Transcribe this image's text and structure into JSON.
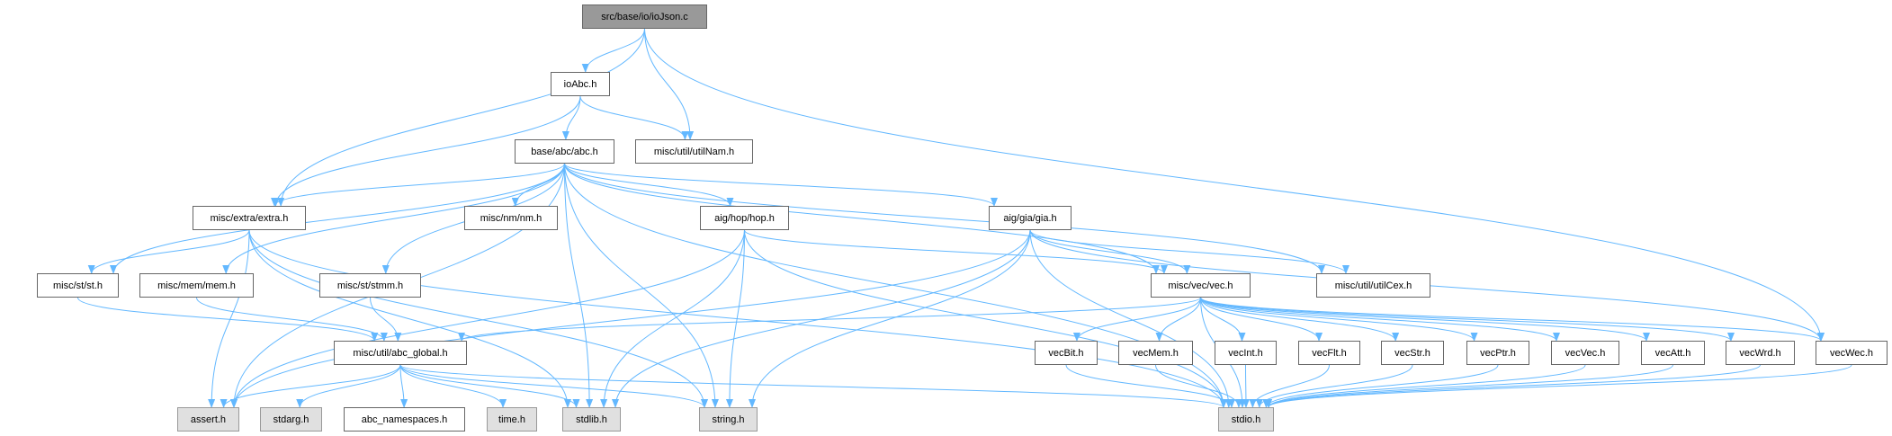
{
  "colors": {
    "edge": "#63b8ff",
    "root_fill": "#999999",
    "system_fill": "#e0e0e0",
    "node_fill": "#ffffff"
  },
  "nodes": [
    {
      "id": "ioJson",
      "label": "src/base/io/ioJson.c",
      "kind": "root"
    },
    {
      "id": "ioAbc",
      "label": "ioAbc.h",
      "kind": "local"
    },
    {
      "id": "utilNam",
      "label": "misc/util/utilNam.h",
      "kind": "local"
    },
    {
      "id": "abc",
      "label": "base/abc/abc.h",
      "kind": "local"
    },
    {
      "id": "extra",
      "label": "misc/extra/extra.h",
      "kind": "local"
    },
    {
      "id": "nm",
      "label": "misc/nm/nm.h",
      "kind": "local"
    },
    {
      "id": "hop",
      "label": "aig/hop/hop.h",
      "kind": "local"
    },
    {
      "id": "gia",
      "label": "aig/gia/gia.h",
      "kind": "local"
    },
    {
      "id": "st",
      "label": "misc/st/st.h",
      "kind": "local"
    },
    {
      "id": "mem",
      "label": "misc/mem/mem.h",
      "kind": "local"
    },
    {
      "id": "stmm",
      "label": "misc/st/stmm.h",
      "kind": "local"
    },
    {
      "id": "vec",
      "label": "misc/vec/vec.h",
      "kind": "local"
    },
    {
      "id": "utilCex",
      "label": "misc/util/utilCex.h",
      "kind": "local"
    },
    {
      "id": "abc_global",
      "label": "misc/util/abc_global.h",
      "kind": "local"
    },
    {
      "id": "vecBit",
      "label": "vecBit.h",
      "kind": "local"
    },
    {
      "id": "vecMem",
      "label": "vecMem.h",
      "kind": "local"
    },
    {
      "id": "vecInt",
      "label": "vecInt.h",
      "kind": "local"
    },
    {
      "id": "vecFlt",
      "label": "vecFlt.h",
      "kind": "local"
    },
    {
      "id": "vecStr",
      "label": "vecStr.h",
      "kind": "local"
    },
    {
      "id": "vecPtr",
      "label": "vecPtr.h",
      "kind": "local"
    },
    {
      "id": "vecVec",
      "label": "vecVec.h",
      "kind": "local"
    },
    {
      "id": "vecAtt",
      "label": "vecAtt.h",
      "kind": "local"
    },
    {
      "id": "vecWrd",
      "label": "vecWrd.h",
      "kind": "local"
    },
    {
      "id": "vecWec",
      "label": "vecWec.h",
      "kind": "local"
    },
    {
      "id": "assert",
      "label": "assert.h",
      "kind": "system"
    },
    {
      "id": "stdarg",
      "label": "stdarg.h",
      "kind": "system"
    },
    {
      "id": "abc_namespaces",
      "label": "abc_namespaces.h",
      "kind": "local"
    },
    {
      "id": "time",
      "label": "time.h",
      "kind": "system"
    },
    {
      "id": "stdlib",
      "label": "stdlib.h",
      "kind": "system"
    },
    {
      "id": "string",
      "label": "string.h",
      "kind": "system"
    },
    {
      "id": "stdio",
      "label": "stdio.h",
      "kind": "system"
    }
  ],
  "edges": [
    [
      "ioJson",
      "ioAbc"
    ],
    [
      "ioJson",
      "extra"
    ],
    [
      "ioJson",
      "utilNam"
    ],
    [
      "ioJson",
      "vecWec"
    ],
    [
      "ioAbc",
      "abc"
    ],
    [
      "ioAbc",
      "extra"
    ],
    [
      "ioAbc",
      "utilNam"
    ],
    [
      "abc",
      "assert"
    ],
    [
      "abc",
      "extra"
    ],
    [
      "abc",
      "st"
    ],
    [
      "abc",
      "mem"
    ],
    [
      "abc",
      "stmm"
    ],
    [
      "abc",
      "nm"
    ],
    [
      "abc",
      "stdlib"
    ],
    [
      "abc",
      "string"
    ],
    [
      "abc",
      "stdio"
    ],
    [
      "abc",
      "hop"
    ],
    [
      "abc",
      "gia"
    ],
    [
      "abc",
      "vec"
    ],
    [
      "abc",
      "utilCex"
    ],
    [
      "extra",
      "assert"
    ],
    [
      "extra",
      "st"
    ],
    [
      "extra",
      "stdlib"
    ],
    [
      "extra",
      "string"
    ],
    [
      "extra",
      "stdio"
    ],
    [
      "hop",
      "assert"
    ],
    [
      "hop",
      "stdlib"
    ],
    [
      "hop",
      "string"
    ],
    [
      "hop",
      "stdio"
    ],
    [
      "hop",
      "vec"
    ],
    [
      "gia",
      "assert"
    ],
    [
      "gia",
      "stdlib"
    ],
    [
      "gia",
      "string"
    ],
    [
      "gia",
      "stdio"
    ],
    [
      "gia",
      "vec"
    ],
    [
      "gia",
      "utilCex"
    ],
    [
      "gia",
      "vecWec"
    ],
    [
      "st",
      "abc_global"
    ],
    [
      "mem",
      "abc_global"
    ],
    [
      "stmm",
      "abc_global"
    ],
    [
      "vec",
      "abc_global"
    ],
    [
      "vec",
      "stdio"
    ],
    [
      "vec",
      "vecBit"
    ],
    [
      "vec",
      "vecMem"
    ],
    [
      "vec",
      "vecInt"
    ],
    [
      "vec",
      "vecFlt"
    ],
    [
      "vec",
      "vecStr"
    ],
    [
      "vec",
      "vecPtr"
    ],
    [
      "vec",
      "vecVec"
    ],
    [
      "vec",
      "vecAtt"
    ],
    [
      "vec",
      "vecWrd"
    ],
    [
      "vec",
      "vecWec"
    ],
    [
      "abc_global",
      "assert"
    ],
    [
      "abc_global",
      "stdarg"
    ],
    [
      "abc_global",
      "abc_namespaces"
    ],
    [
      "abc_global",
      "time"
    ],
    [
      "abc_global",
      "stdlib"
    ],
    [
      "abc_global",
      "string"
    ],
    [
      "abc_global",
      "stdio"
    ],
    [
      "vecBit",
      "stdio"
    ],
    [
      "vecMem",
      "stdio"
    ],
    [
      "vecInt",
      "stdio"
    ],
    [
      "vecFlt",
      "stdio"
    ],
    [
      "vecStr",
      "stdio"
    ],
    [
      "vecPtr",
      "stdio"
    ],
    [
      "vecVec",
      "stdio"
    ],
    [
      "vecAtt",
      "stdio"
    ],
    [
      "vecWrd",
      "stdio"
    ],
    [
      "vecWec",
      "stdio"
    ]
  ]
}
